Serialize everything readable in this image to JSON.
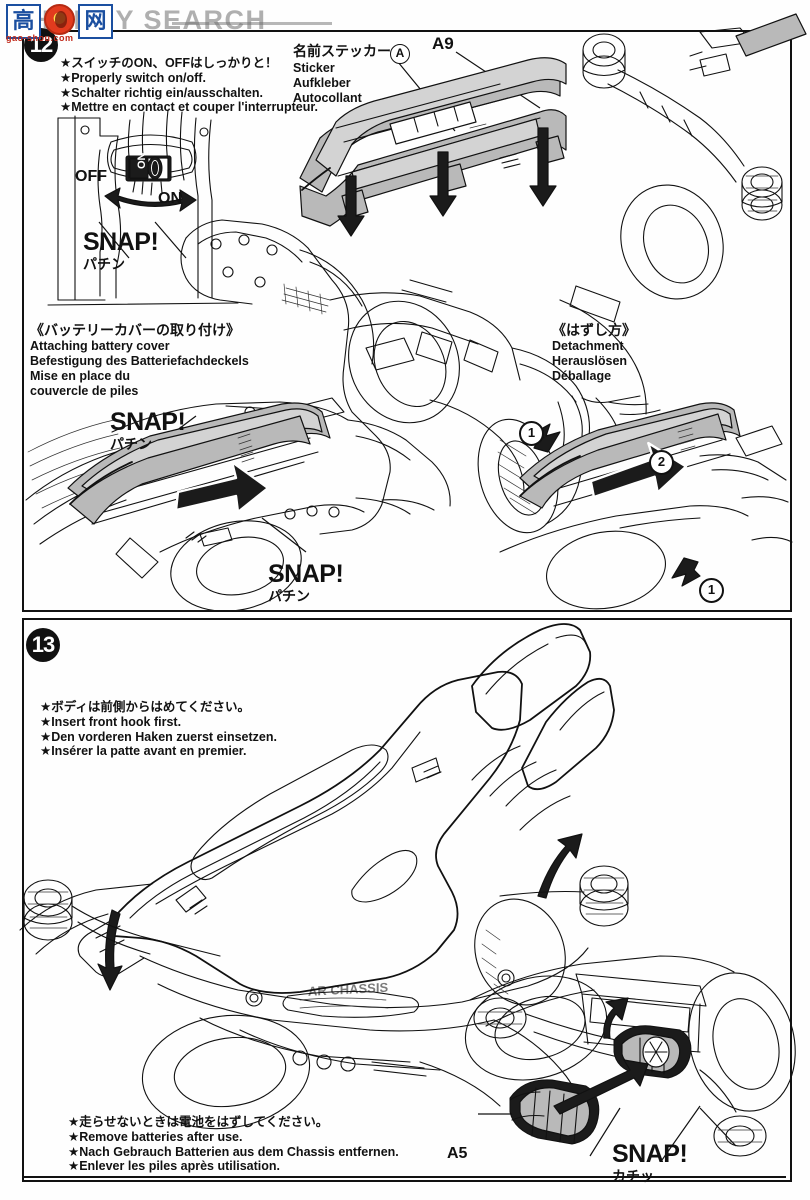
{
  "watermark": {
    "site_text": "HOBBY SEARCH",
    "logo_char_1": "高",
    "logo_char_2": "网",
    "url": "gao-shou.com"
  },
  "steps": [
    {
      "number": "12",
      "notes": [
        "★スイッチのON、OFFはしっかりと！",
        "★Properly switch on/off.",
        "★Schalter richtig ein/ausschalten.",
        "★Mettre en contact et couper l'interrupteur."
      ],
      "switch_detail": {
        "off_label": "OFF",
        "on_label": "ON",
        "toggle_label": "ON",
        "snap_big": "SNAP!",
        "snap_sub": "パチン"
      },
      "sticker_callout": {
        "jp": "名前ステッカー",
        "badge": "A",
        "en": "Sticker",
        "de": "Aufkleber",
        "fr": "Autocollant"
      },
      "part_label": "A9",
      "battery_cover": {
        "jp": "《バッテリーカバーの取り付け》",
        "en": "Attaching battery cover",
        "de": "Befestigung des Batteriefachdeckels",
        "fr_line1": "Mise en place du",
        "fr_line2": "couvercle de piles",
        "snap_top_big": "SNAP!",
        "snap_top_sub": "パチン",
        "snap_bottom_big": "SNAP!",
        "snap_bottom_sub": "パチン"
      },
      "detachment": {
        "jp": "《はずし方》",
        "en": "Detachment",
        "de": "Herauslösen",
        "fr": "Déballage",
        "marker_1a": "1",
        "marker_2": "2",
        "marker_1b": "1"
      }
    },
    {
      "number": "13",
      "notes": [
        "★ボディは前側からはめてください。",
        "★Insert front hook first.",
        "★Den vorderen Haken zuerst einsetzen.",
        "★Insérer la patte avant en premier."
      ],
      "chassis_emboss": "AR CHASSIS",
      "bottom_notes": [
        "★走らせないときは電池をはずしてください。",
        "★Remove batteries after use.",
        "★Nach Gebrauch Batterien aus dem Chassis entfernen.",
        "★Enlever les piles après utilisation."
      ],
      "motor_part_label": "A5",
      "snap_big": "SNAP!",
      "snap_sub": "カチッ"
    }
  ],
  "colors": {
    "ink": "#111111",
    "part_gray": "#b9b9b9",
    "part_light": "#d3d3d3",
    "logo_blue": "#1b4fa0",
    "logo_red": "#c0291a"
  }
}
